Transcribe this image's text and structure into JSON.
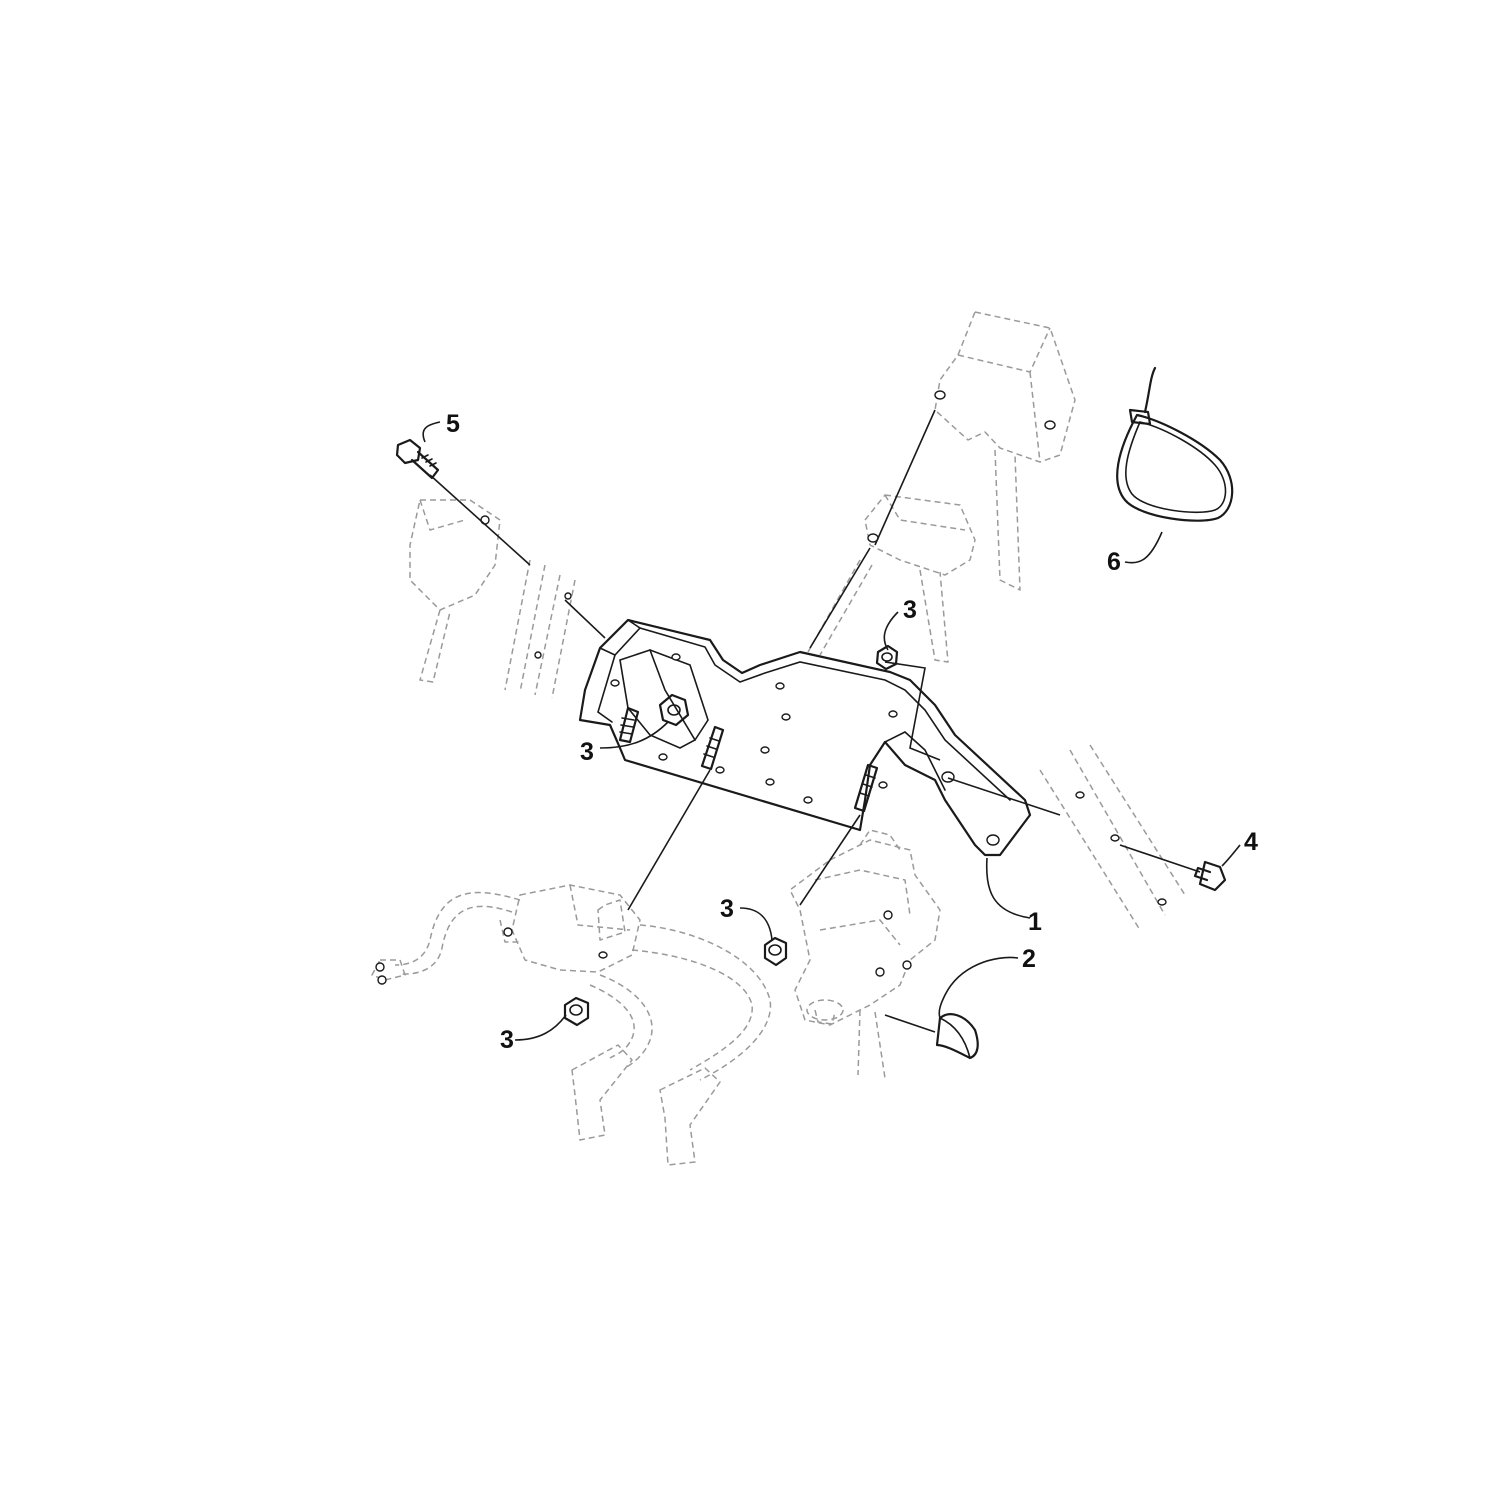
{
  "diagram": {
    "callouts": [
      {
        "id": "c5",
        "label": "5"
      },
      {
        "id": "c6",
        "label": "6"
      },
      {
        "id": "c3a",
        "label": "3"
      },
      {
        "id": "c3b",
        "label": "3"
      },
      {
        "id": "c3c",
        "label": "3"
      },
      {
        "id": "c3d",
        "label": "3"
      },
      {
        "id": "c4",
        "label": "4"
      },
      {
        "id": "c1",
        "label": "1"
      },
      {
        "id": "c2",
        "label": "2"
      }
    ]
  }
}
